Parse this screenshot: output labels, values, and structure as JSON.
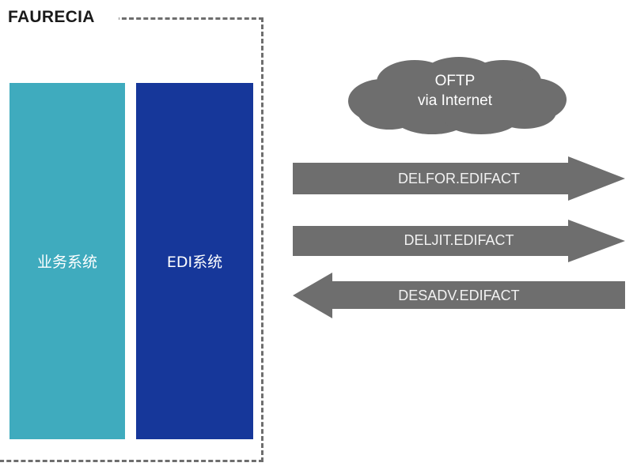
{
  "diagram": {
    "company_title": "FAURECIA",
    "boundary_name": "faurecia-boundary"
  },
  "systems": [
    {
      "id": "business-system",
      "label": "业务系统",
      "color": "#3FABBE"
    },
    {
      "id": "edi-system",
      "label": "EDI系统",
      "color": "#16379A"
    }
  ],
  "cloud": {
    "line1": "OFTP",
    "line2": "via Internet",
    "color": "#6E6E6E",
    "text_color": "#FFFFFF"
  },
  "flows": [
    {
      "id": "delfor",
      "label": "DELFOR.EDIFACT",
      "direction": "right",
      "color": "#6E6E6E"
    },
    {
      "id": "deljit",
      "label": "DELJIT.EDIFACT",
      "direction": "right",
      "color": "#6E6E6E"
    },
    {
      "id": "desadv",
      "label": "DESADV.EDIFACT",
      "direction": "left",
      "color": "#6E6E6E"
    }
  ],
  "colors": {
    "teal": "#3FABBE",
    "blue": "#16379A",
    "gray": "#6E6E6E",
    "title": "#1A1A1A",
    "background": "#FFFFFF"
  }
}
